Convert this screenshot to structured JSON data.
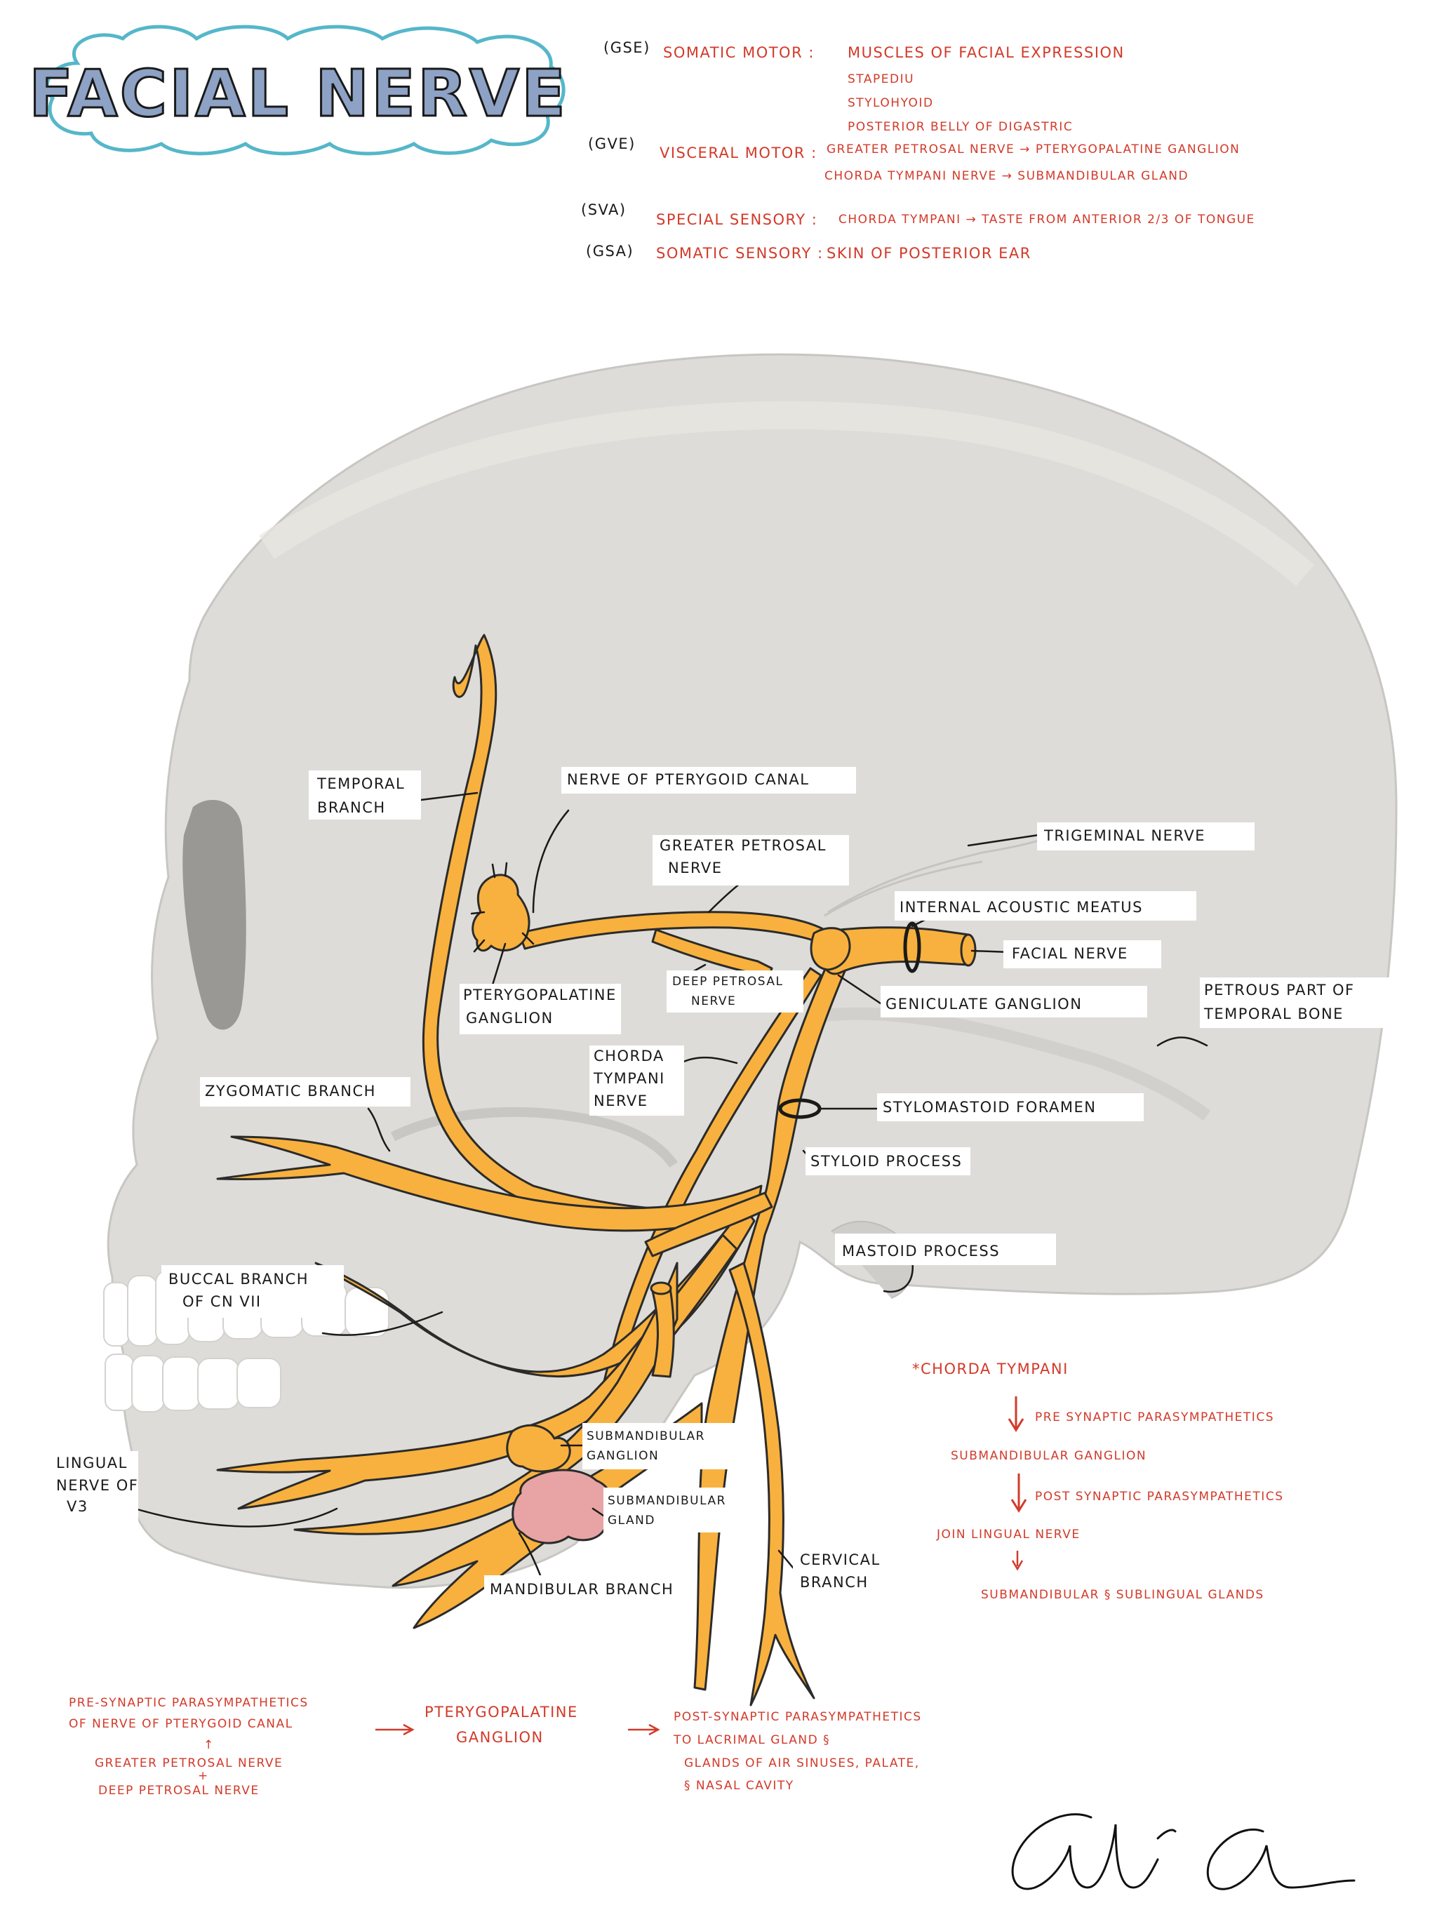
{
  "title": "FACIAL NERVE",
  "functions": [
    {
      "code": "(GSE)",
      "label": "SOMATIC MOTOR :",
      "items": [
        "MUSCLES OF FACIAL EXPRESSION",
        "STAPEDIU",
        "STYLOHYOID",
        "POSTERIOR BELLY OF DIGASTRIC"
      ]
    },
    {
      "code": "(GVE)",
      "label": "VISCERAL MOTOR :",
      "items": [
        "GREATER PETROSAL NERVE → PTERYGOPALATINE GANGLION",
        "CHORDA TYMPANI NERVE → SUBMANDIBULAR GLAND"
      ]
    },
    {
      "code": "(SVA)",
      "label": "SPECIAL SENSORY :",
      "items": [
        "CHORDA TYMPANI → TASTE FROM ANTERIOR 2/3 OF TONGUE"
      ]
    },
    {
      "code": "(GSA)",
      "label": "SOMATIC SENSORY :",
      "items": [
        "SKIN OF POSTERIOR EAR"
      ]
    }
  ],
  "labels": {
    "temporal_branch": [
      "TEMPORAL",
      "BRANCH"
    ],
    "nerve_pterygoid_canal": "NERVE OF PTERYGOID CANAL",
    "greater_petrosal": [
      "GREATER PETROSAL",
      "NERVE"
    ],
    "trigeminal": "TRIGEMINAL NERVE",
    "internal_acoustic": "INTERNAL ACOUSTIC MEATUS",
    "facial_nerve": "FACIAL NERVE",
    "pterygopalatine_ganglion": [
      "PTERYGOPALATINE",
      "GANGLION"
    ],
    "deep_petrosal": [
      "DEEP PETROSAL",
      "NERVE"
    ],
    "geniculate": "GENICULATE GANGLION",
    "petrous": [
      "PETROUS PART OF",
      "TEMPORAL BONE"
    ],
    "chorda_tympani": [
      "CHORDA",
      "TYMPANI",
      "NERVE"
    ],
    "zygomatic": "ZYGOMATIC BRANCH",
    "stylomastoid": "STYLOMASTOID FORAMEN",
    "styloid": "STYLOID PROCESS",
    "mastoid": "MASTOID PROCESS",
    "buccal": [
      "BUCCAL BRANCH",
      "OF CN VII"
    ],
    "lingual": [
      "LINGUAL",
      "NERVE OF",
      "V3"
    ],
    "submandibular_ganglion": [
      "SUBMANDIBULAR",
      "GANGLION"
    ],
    "submandibular_gland": [
      "SUBMANDIBULAR",
      "GLAND"
    ],
    "mandibular": "MANDIBULAR BRANCH",
    "cervical": [
      "CERVICAL",
      "BRANCH"
    ]
  },
  "chorda_pathway": {
    "start": "*CHORDA TYMPANI",
    "step1": "PRE SYNAPTIC PARASYMPATHETICS",
    "node1": "SUBMANDIBULAR GANGLION",
    "step2": "POST SYNAPTIC PARASYMPATHETICS",
    "node2": "JOIN LINGUAL NERVE",
    "end": "SUBMANDIBULAR § SUBLINGUAL GLANDS"
  },
  "pterygoid_pathway": {
    "pre": [
      "PRE-SYNAPTIC PARASYMPATHETICS",
      "OF NERVE OF PTERYGOID CANAL"
    ],
    "sources": [
      "GREATER PETROSAL NERVE",
      "+",
      "DEEP PETROSAL NERVE"
    ],
    "ganglion": [
      "PTERYGOPALATINE",
      "GANGLION"
    ],
    "post": [
      "POST-SYNAPTIC PARASYMPATHETICS",
      "TO LACRIMAL GLAND §",
      "GLANDS OF AIR SINUSES, PALATE,",
      "§ NASAL CAVITY"
    ]
  },
  "colors": {
    "nerve": "#f8b13e",
    "skull": "#dedcd8",
    "red_text": "#d23a2a",
    "title_fill": "#8da2c4",
    "gland": "#e8a4a4"
  }
}
